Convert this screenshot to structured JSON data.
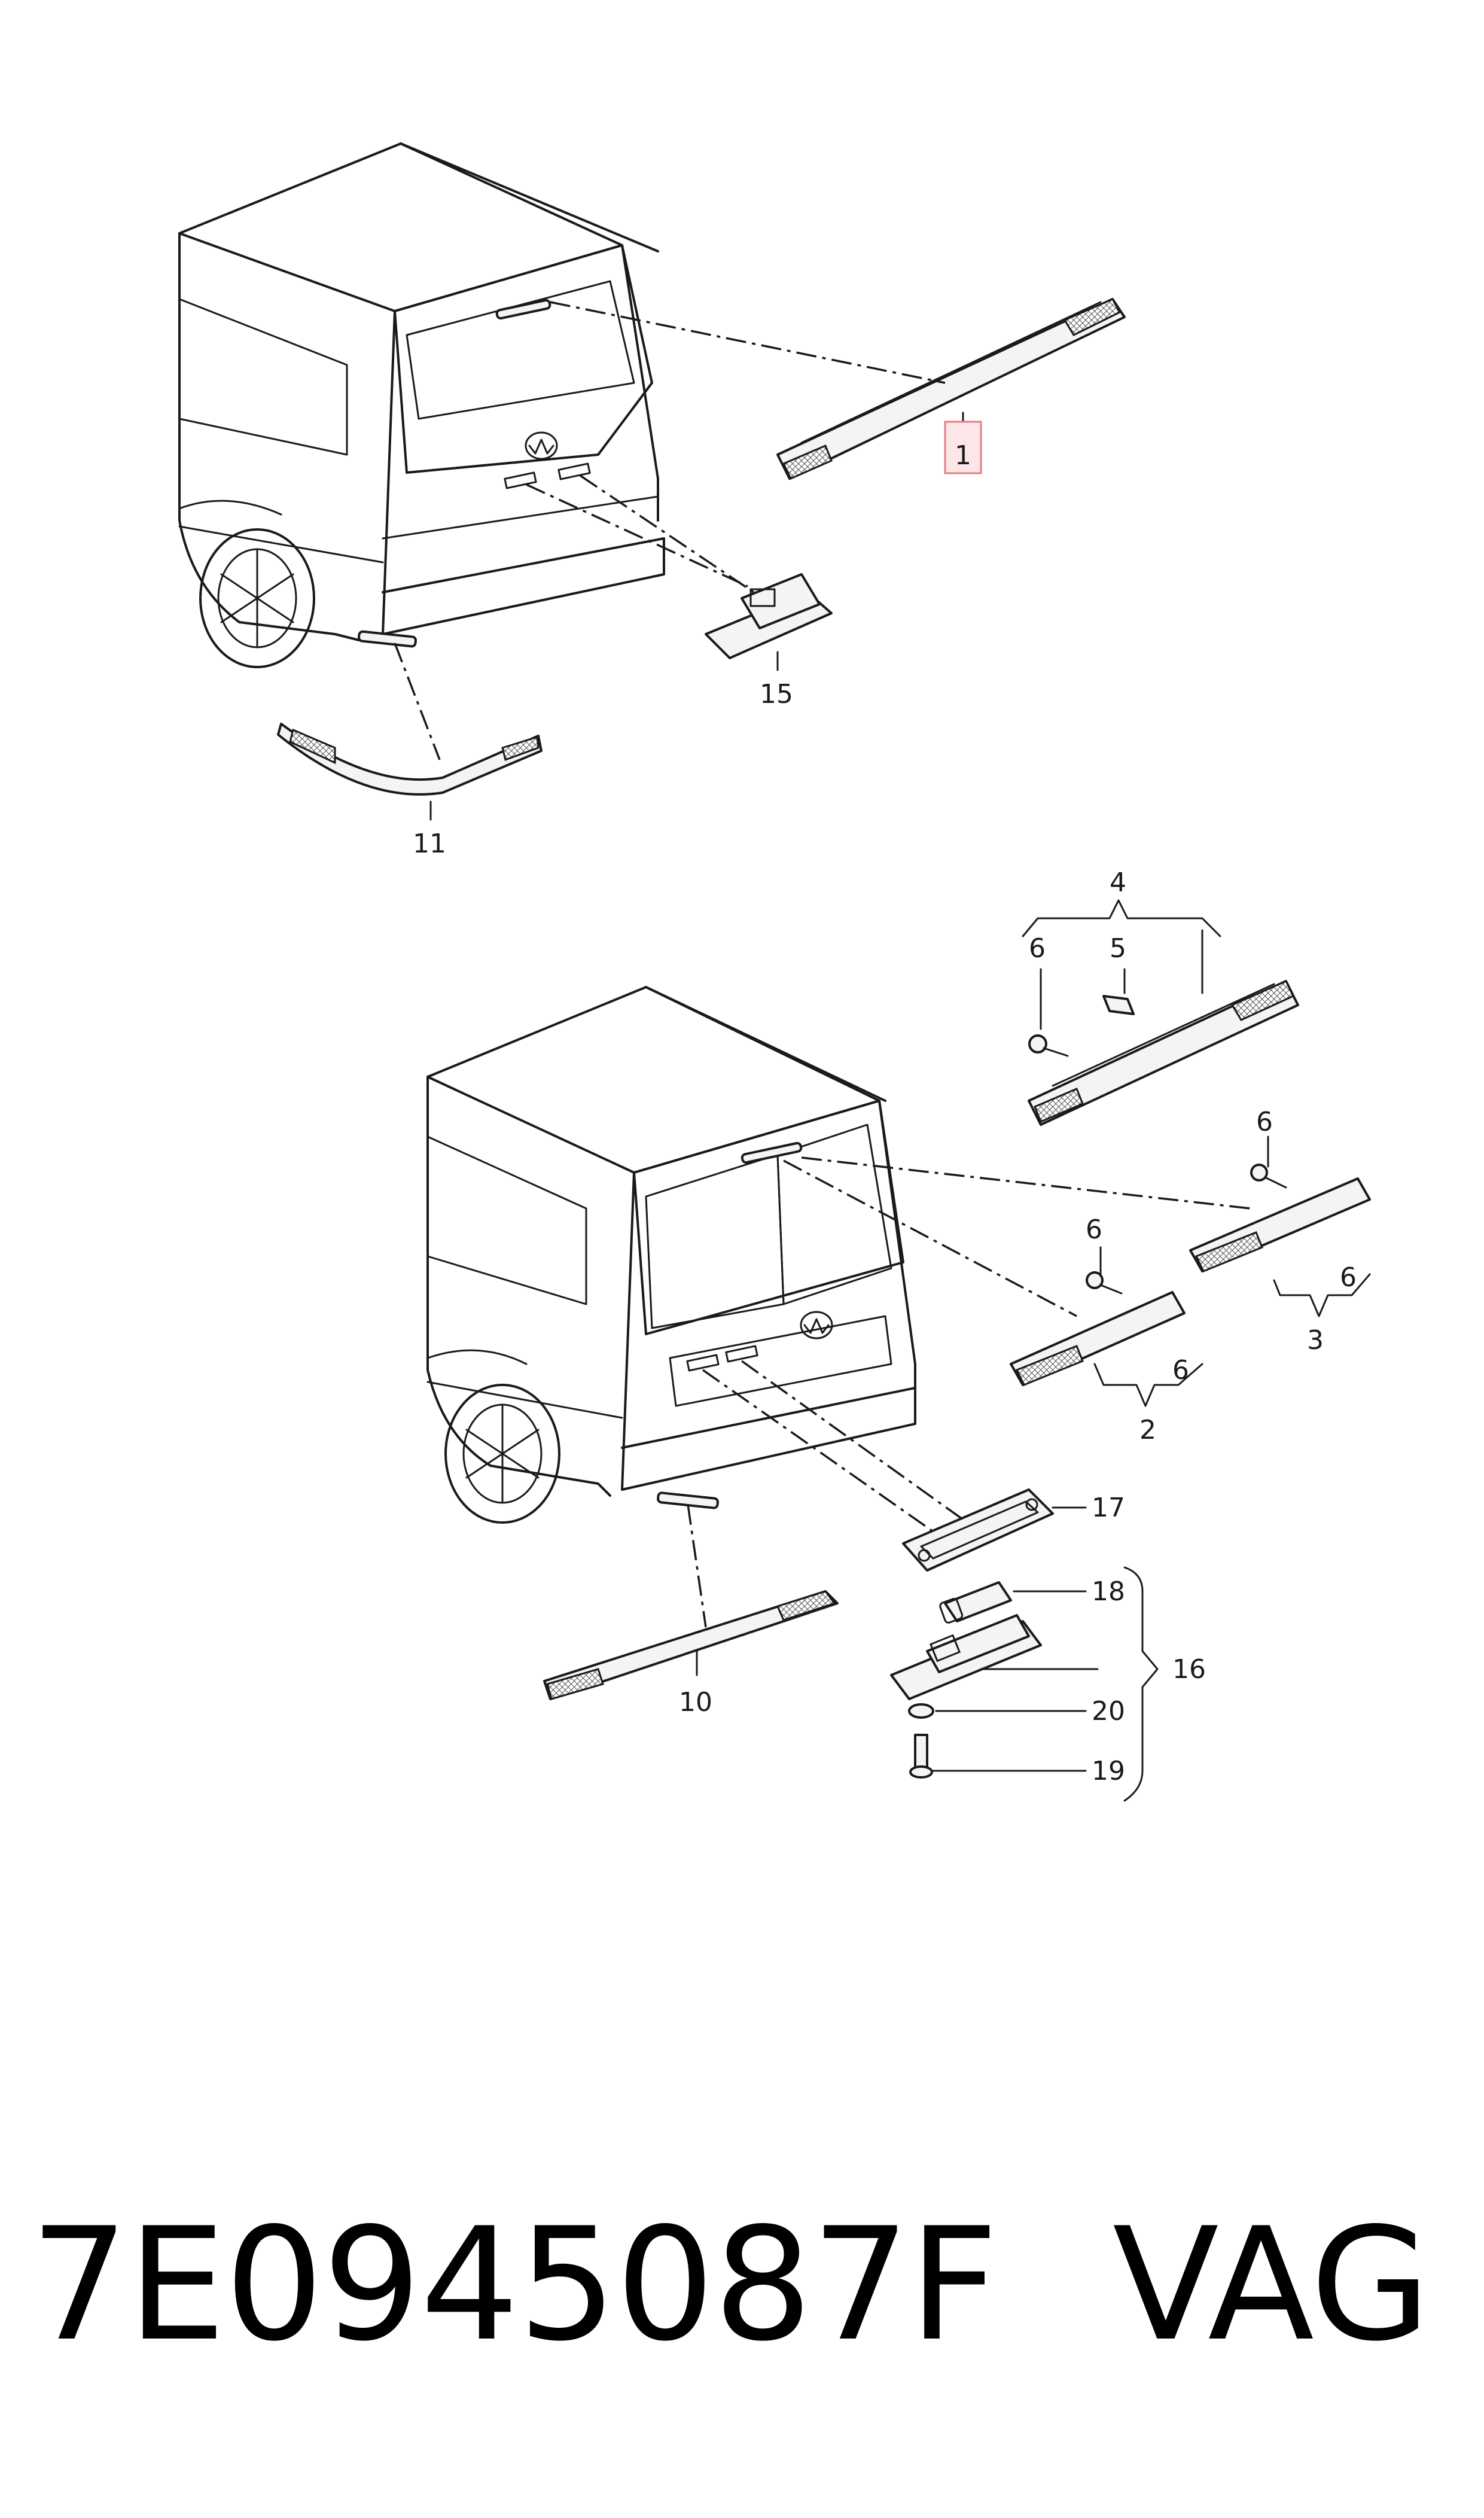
{
  "labels": {
    "l1": "1",
    "l15": "15",
    "l11": "11",
    "l4": "4",
    "l6a": "6",
    "l5": "5",
    "l6b": "6",
    "l6c": "6",
    "l6d": "6",
    "l6e": "6",
    "l2": "2",
    "l3": "3",
    "l17": "17",
    "l18": "18",
    "l16": "16",
    "l20": "20",
    "l19": "19",
    "l10": "10"
  },
  "footer": {
    "part_number": "7E0945087F",
    "brand": "VAG"
  },
  "colors": {
    "highlight_fill": "#fde6e8",
    "highlight_border": "#e07c86"
  }
}
